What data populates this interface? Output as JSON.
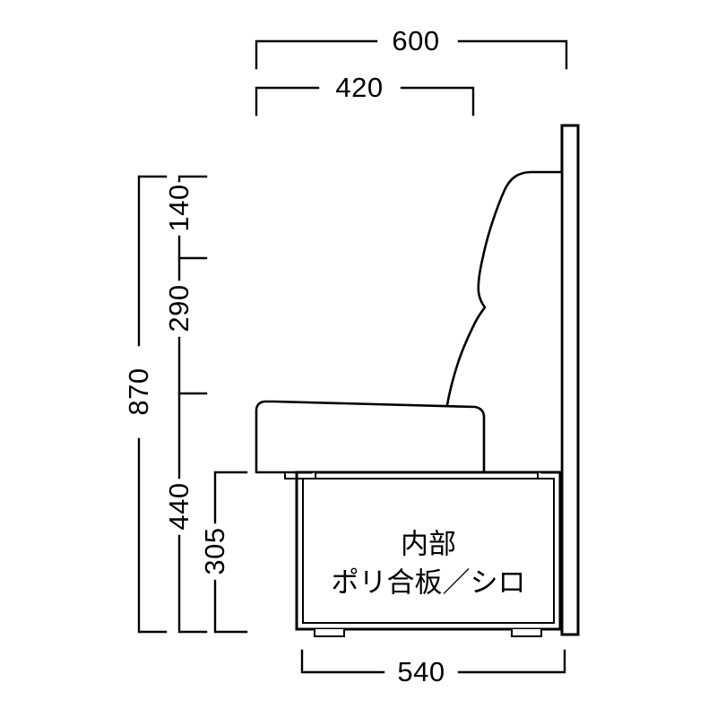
{
  "drawing": {
    "title": "Sofa Side Elevation",
    "units": "mm",
    "background_color": "#ffffff",
    "line_color": "#000000"
  },
  "dimensions": {
    "overall_depth": {
      "label": "600",
      "orientation": "horizontal",
      "position": "top"
    },
    "seat_depth": {
      "label": "420",
      "orientation": "horizontal",
      "position": "top"
    },
    "overall_height": {
      "label": "870",
      "orientation": "vertical",
      "position": "left"
    },
    "backrest_upper": {
      "label": "140",
      "orientation": "vertical",
      "position": "left"
    },
    "backrest_lower": {
      "label": "290",
      "orientation": "vertical",
      "position": "left"
    },
    "seat_height": {
      "label": "440",
      "orientation": "vertical",
      "position": "left"
    },
    "base_height": {
      "label": "305",
      "orientation": "vertical",
      "position": "left"
    },
    "base_depth": {
      "label": "540",
      "orientation": "horizontal",
      "position": "bottom"
    }
  },
  "annotations": {
    "interior_note_line1": "内部",
    "interior_note_line2": "ポリ合板／シロ"
  },
  "parts": {
    "back_panel": "back-panel",
    "backrest_cushion": "backrest-cushion",
    "seat_cushion": "seat-cushion",
    "base_box": "base-box",
    "foot_left": "foot-left",
    "foot_right": "foot-right"
  }
}
